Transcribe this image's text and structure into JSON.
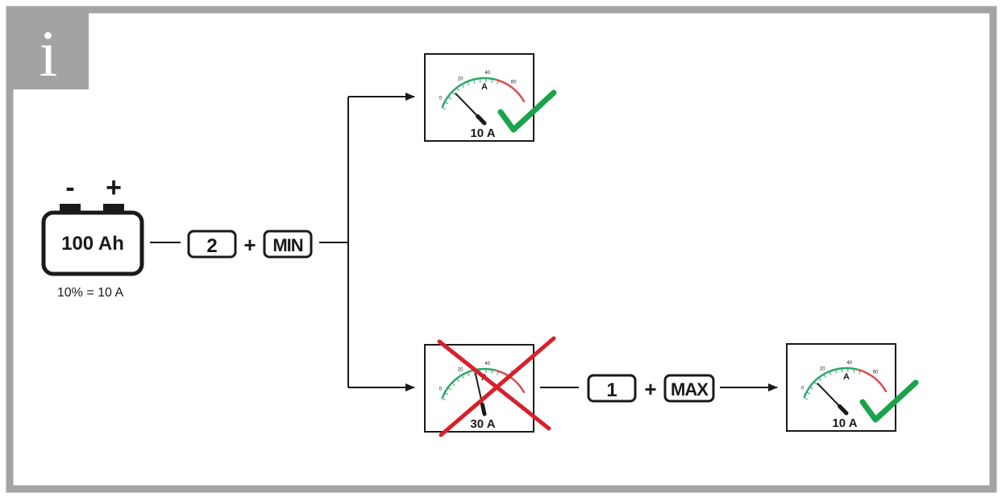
{
  "info_badge": {
    "glyph": "i"
  },
  "battery": {
    "capacity": "100 Ah",
    "minus": "-",
    "plus": "+",
    "note": "10% = 10 A"
  },
  "step1": {
    "key": "2",
    "plus": "+",
    "mode": "MIN"
  },
  "step2": {
    "key": "1",
    "plus": "+",
    "mode": "MAX"
  },
  "meters": {
    "top": {
      "reading": "10 A",
      "unit": "A",
      "ticks": [
        "0",
        "20",
        "40",
        "60"
      ],
      "status": "ok"
    },
    "bottom": {
      "reading": "30 A",
      "unit": "A",
      "ticks": [
        "0",
        "20",
        "40",
        "60"
      ],
      "status": "wrong"
    },
    "result": {
      "reading": "10 A",
      "unit": "A",
      "ticks": [
        "0",
        "20",
        "40",
        "60"
      ],
      "status": "ok"
    }
  },
  "colors": {
    "frame": "#a3a3a3",
    "gauge_green": "#2aa86a",
    "gauge_red": "#d94a4a",
    "check": "#1aa34a",
    "cross": "#d8202a",
    "ink": "#1a1a1a"
  }
}
